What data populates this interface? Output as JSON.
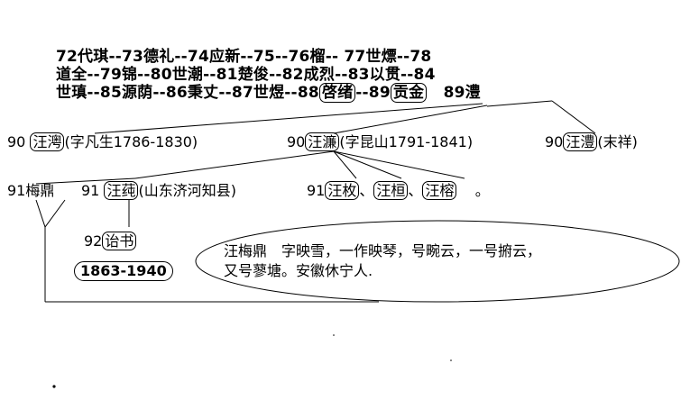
{
  "lines": {
    "line1": "72代琪--73德礼--74应新--75--76榴--  77世熛--78",
    "line2": "道全--79锦--80世潮--81楚俊--82成烈--83以贯--84",
    "line3_prefix": "世瑱--85源荫--86秉丈--87世煜--88",
    "line3_boxed1": "啓绪",
    "line3_mid": "--89",
    "line3_boxed2": "贡金",
    "line3_suffix": "89澧"
  },
  "gen90": {
    "a_num": "90",
    "a_name": "汪澚",
    "a_info": "(字凡生1786-1830)",
    "b_num": "90",
    "b_name": "汪濂",
    "b_info": "(字昆山1791-1841)",
    "c_num": "90",
    "c_name": "汪澧",
    "c_info": "(末祥)"
  },
  "gen91": {
    "a_num": "91",
    "a_name": "梅鼎",
    "b_num": "91",
    "b_name": "汪莼",
    "b_info": "(山东济河知县)",
    "c_num": "91",
    "c_name": "汪枚",
    "sep1": "、",
    "d_name": "汪桓",
    "sep2": "、",
    "e_name": "汪榕",
    "end": "。"
  },
  "gen92": {
    "num": "92",
    "name": "诒书",
    "years": "1863-1940"
  },
  "note": {
    "line1": "汪梅鼎　字映雪，一作映琴，号畹云，一号捬云，",
    "line2": "又号蓼塘。安徽休宁人."
  }
}
